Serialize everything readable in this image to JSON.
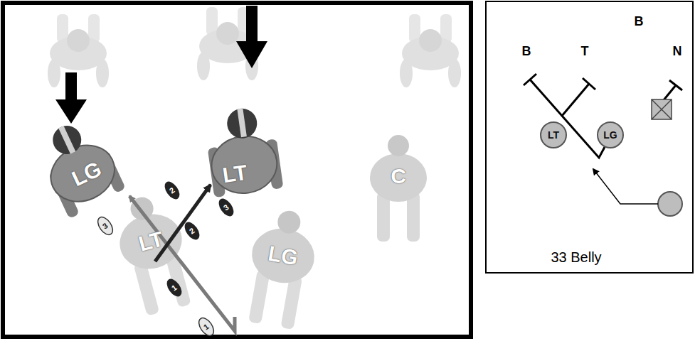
{
  "diagram": {
    "caption": "33 Belly",
    "nodes": [
      {
        "text": [
          "LT"
        ]
      },
      {
        "text": [
          "LG"
        ]
      }
    ],
    "labels": [
      "LG",
      "LT",
      "C",
      "LT",
      "LG",
      "2",
      "3",
      "3",
      "2",
      "1",
      "1",
      "B",
      "B",
      "T",
      "N"
    ]
  }
}
